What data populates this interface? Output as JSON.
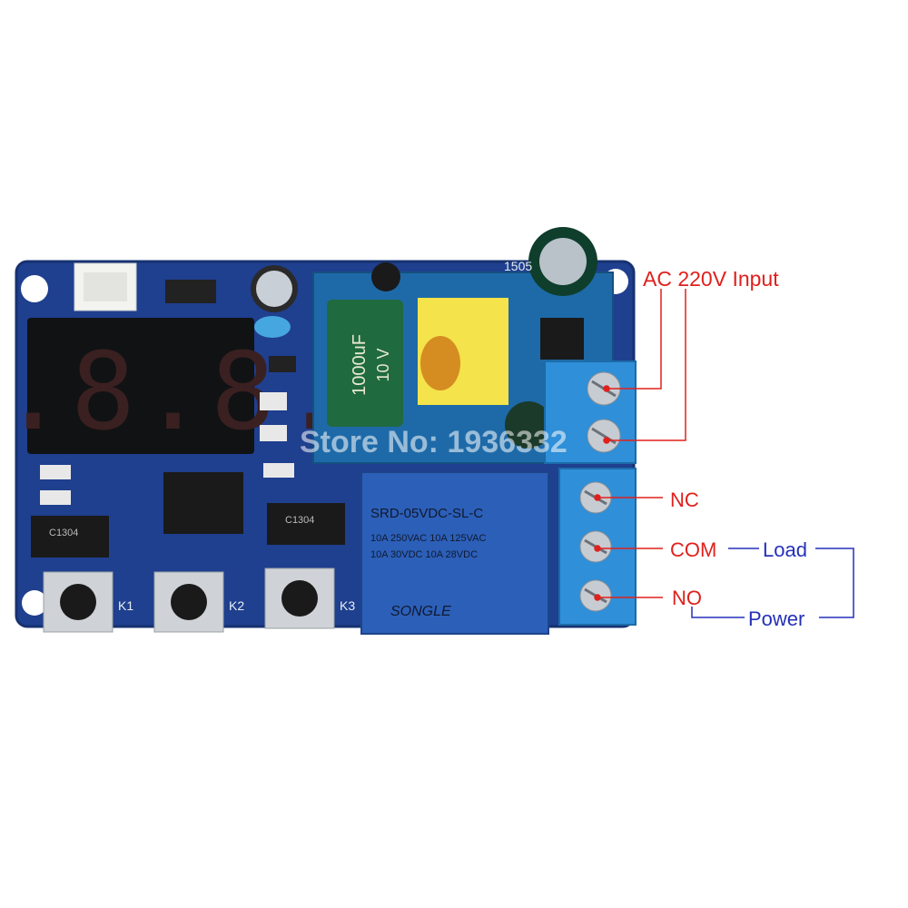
{
  "labels": {
    "ac_input": "AC 220V Input",
    "nc": "NC",
    "com": "COM",
    "no": "NO",
    "load": "Load",
    "power": "Power"
  },
  "board": {
    "display_digits": "8.8.8.",
    "buttons": [
      "K1",
      "K2",
      "K3"
    ],
    "relay": {
      "model": "SRD-05VDC-SL-C",
      "rating1": "10A 250VAC 10A 125VAC",
      "rating2": "10A 30VDC 10A 28VDC",
      "brand": "SONGLE"
    },
    "capacitor": {
      "value": "1000uF",
      "voltage": "10 V"
    },
    "ic_labels": [
      "C1304",
      "C1304"
    ],
    "watermark": "Store No: 1936332",
    "board_code": "1505"
  },
  "colors": {
    "pcb": "#1f3f8f",
    "terminal": "#2f8fd8",
    "relay": "#2c5fb8",
    "label_red": "#e0201c",
    "label_blue": "#2430b8"
  }
}
